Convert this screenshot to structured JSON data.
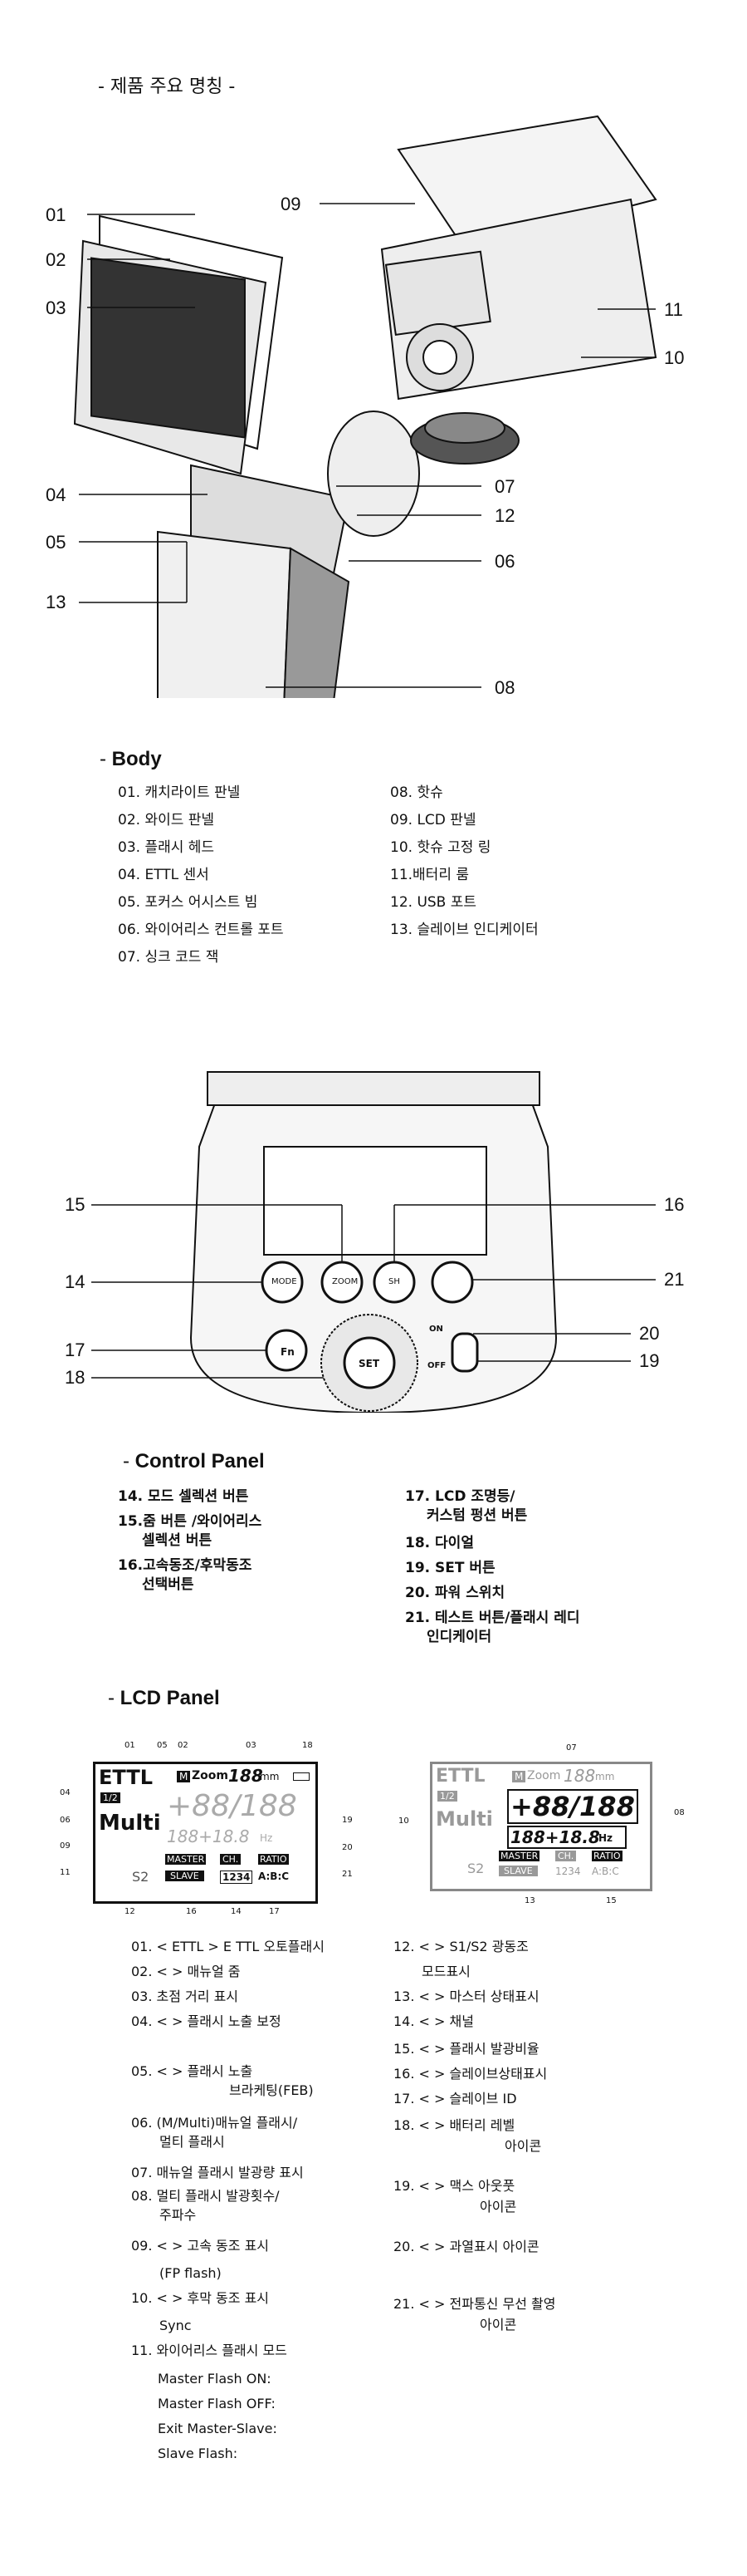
{
  "page_title": "- 제품 주요 명칭 -",
  "body_section": {
    "title": "Body",
    "items": [
      "01. 캐치라이트 판넬",
      "02. 와이드 판넬",
      "03. 플래시 헤드",
      "04. ETTL 센서",
      "05. 포커스 어시스트 빔",
      "06. 와이어리스 컨트롤 포트",
      "07. 싱크 코드 잭",
      "08. 핫슈",
      "09. LCD 판넬",
      "10. 핫슈 고정 링",
      "11.배터리 룸",
      "12. USB 포트",
      "13. 슬레이브 인디케이터"
    ],
    "callouts": [
      "01",
      "02",
      "03",
      "04",
      "05",
      "13",
      "09",
      "11",
      "10",
      "07",
      "12",
      "06",
      "08"
    ]
  },
  "control_section": {
    "title": "Control Panel",
    "items_left": [
      [
        "14. 모드 셀렉션  버튼"
      ],
      [
        "15.줌 버튼 /와이어리스",
        "셀렉션 버튼"
      ],
      [
        "16.고속동조/후막동조",
        "선택버튼"
      ]
    ],
    "items_right": [
      [
        "17. LCD 조명등/",
        "커스텀 펑션 버튼"
      ],
      [
        "18. 다이얼"
      ],
      [
        "19. SET 버튼"
      ],
      [
        "20. 파워 스위치"
      ],
      [
        "21. 테스트 버튼/플래시 레디",
        "인디케이터"
      ]
    ],
    "callouts": [
      "15",
      "16",
      "14",
      "21",
      "17",
      "20",
      "18",
      "19"
    ],
    "buttons": {
      "mode": "MODE",
      "zoom": "ZOOM",
      "sync": "SH",
      "fn": "Fn",
      "set": "SET",
      "on": "ON",
      "off": "OFF"
    }
  },
  "lcd_section": {
    "title": "LCD Panel",
    "lcd": {
      "ettl": "ETTL",
      "m": "M",
      "zoom": "Zoom",
      "zoom_val": "188",
      "mm": "mm",
      "fec": "1/2",
      "multi": "Multi",
      "big": "+88/188",
      "small": "188+18.8",
      "hz": "Hz",
      "s2": "S2",
      "master": "MASTER",
      "ch": "CH.",
      "ratio": "RATIO",
      "slave": "SLAVE",
      "chnum": "1234",
      "abc": "A:B:C"
    },
    "lcd_callouts_left": [
      "01",
      "05",
      "02",
      "03",
      "18",
      "04",
      "06",
      "09",
      "11",
      "19",
      "20",
      "21",
      "12",
      "16",
      "14",
      "17"
    ],
    "lcd_callouts_right": [
      "07",
      "10",
      "08",
      "13",
      "15"
    ],
    "list_left": [
      [
        "01. < ETTL  > E TTL 오토플래시"
      ],
      [
        "02. <  > 매뉴얼  줌"
      ],
      [
        "03.  초점 거리 표시"
      ],
      [
        "04. <  > 플래시 노출 보정"
      ],
      [
        "05. <  > 플래시 노출",
        "브라케팅(FEB)"
      ],
      [
        "06. (M/Multi)매뉴얼 플래시/",
        "멀티 플래시"
      ],
      [
        "07. 매뉴얼 플래시 발광량 표시"
      ],
      [
        "08. 멀티 플래시 발광횟수/",
        "주파수"
      ],
      [
        "09. <  > 고속 동조 표시",
        "(FP flash)"
      ],
      [
        "10. <  > 후막 동조 표시",
        "Sync"
      ],
      [
        "11. 와이어리스 플래시 모드"
      ],
      [
        "Master Flash ON:"
      ],
      [
        "Master Flash OFF:"
      ],
      [
        "Exit Master-Slave:"
      ],
      [
        "Slave Flash:"
      ]
    ],
    "list_right": [
      [
        "12. <  > S1/S2  광동조",
        "모드표시"
      ],
      [
        "13. <  > 마스터 상태표시"
      ],
      [
        "14. <  > 채널"
      ],
      [
        "15. <  > 플래시 발광비율"
      ],
      [
        "16. <  > 슬레이브상태표시"
      ],
      [
        "17. <  > 슬레이브 ID"
      ],
      [
        "18. <  > 배터리 레벨",
        "아이콘"
      ],
      [
        "19. <  > 맥스 아웃풋",
        "아이콘"
      ],
      [
        "20. <  > 과열표시 아이콘"
      ],
      [
        "21. <  > 전파통신 무선 촬영",
        "아이콘"
      ]
    ]
  }
}
